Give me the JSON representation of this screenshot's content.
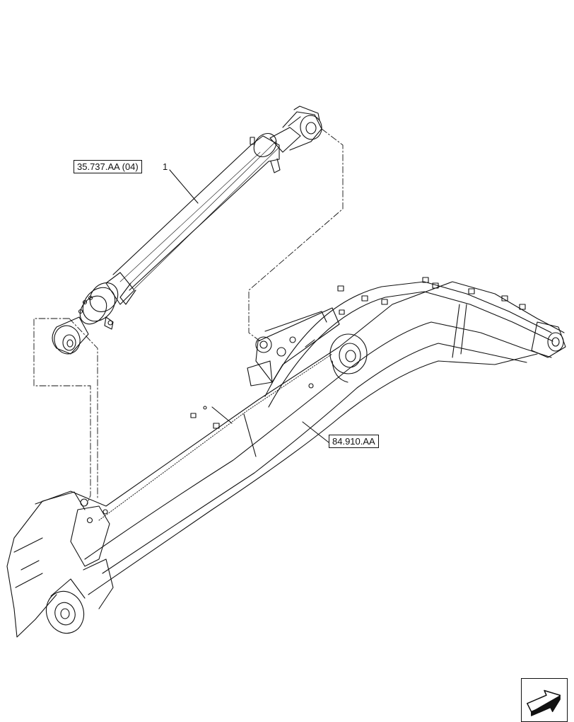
{
  "callouts": {
    "cylinder_ref": "35.737.AA (04)",
    "cylinder_item": "1",
    "boom_ref": "84.910.AA"
  },
  "icons": {
    "navigation": "next-page-arrow-icon"
  },
  "colors": {
    "line": "#111111",
    "background": "#ffffff"
  }
}
